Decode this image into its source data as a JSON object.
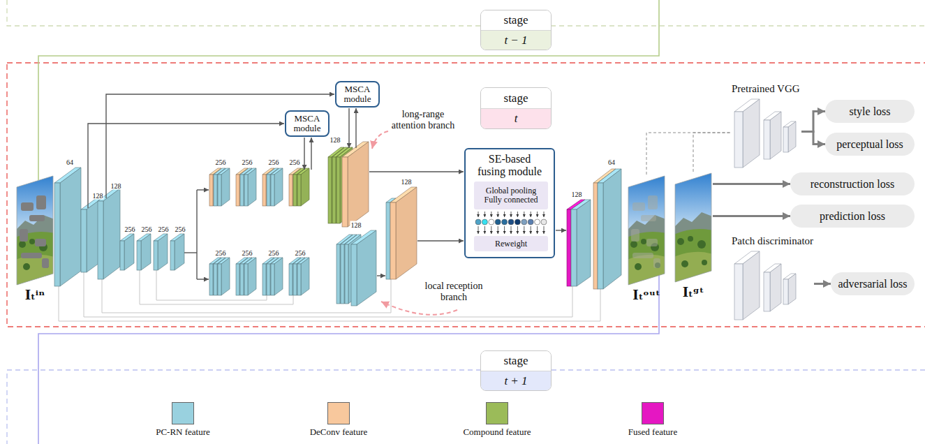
{
  "diagram": {
    "nodes": [
      {
        "text": [
          "stage",
          "t − 1"
        ]
      },
      {
        "text": [
          "stage",
          "t"
        ]
      },
      {
        "text": [
          "Iₜⁱⁿ"
        ]
      },
      {
        "text": [
          "MSCA module"
        ]
      },
      {
        "text": [
          "MSCA module"
        ]
      },
      {
        "text": [
          "SE-based fusing module"
        ]
      },
      {
        "text": [
          "Global pooling Fully connected"
        ],
        "in": 5
      },
      {
        "text": [
          "Reweight"
        ],
        "in": 5
      },
      {
        "text": [
          "Iₜᵒᵘᵗ"
        ]
      },
      {
        "text": [
          "Iₜᵍᵗ"
        ]
      },
      {
        "text": [
          "Pretrained VGG"
        ]
      },
      {
        "text": [
          "style loss"
        ]
      },
      {
        "text": [
          "perceptual loss"
        ]
      },
      {
        "text": [
          "reconstruction loss"
        ]
      },
      {
        "text": [
          "prediction loss"
        ]
      },
      {
        "text": [
          "Patch discriminator"
        ]
      },
      {
        "text": [
          "adversarial loss"
        ]
      },
      {
        "text": [
          "stage",
          "t + 1"
        ]
      }
    ],
    "edges": [
      {
        "from": 8,
        "to": 10,
        "arrow": "none"
      },
      {
        "from": 9,
        "to": 10,
        "arrow": "none"
      },
      {
        "from": 10,
        "to": 11,
        "arrow": "to"
      },
      {
        "from": 10,
        "to": 12,
        "arrow": "to"
      },
      {
        "from": 9,
        "to": 13,
        "arrow": "to"
      },
      {
        "from": 9,
        "to": 14,
        "arrow": "to"
      },
      {
        "from": 15,
        "to": 16,
        "arrow": "to"
      }
    ],
    "labels": [
      "64",
      "128",
      "128",
      "256",
      "256",
      "256",
      "256",
      "256",
      "256",
      "256",
      "256",
      "128",
      "256",
      "256",
      "256",
      "256",
      "128",
      "128",
      "128",
      "64",
      "long-range attention branch",
      "local reception branch"
    ],
    "legend": [
      {
        "text": "PC-RN feature",
        "color": "#99d1df"
      },
      {
        "text": "DeConv feature",
        "color": "#f8c89d"
      },
      {
        "text": "Compound feature",
        "color": "#9bbb59"
      },
      {
        "text": "Fused feature",
        "color": "#e517c2"
      }
    ]
  }
}
